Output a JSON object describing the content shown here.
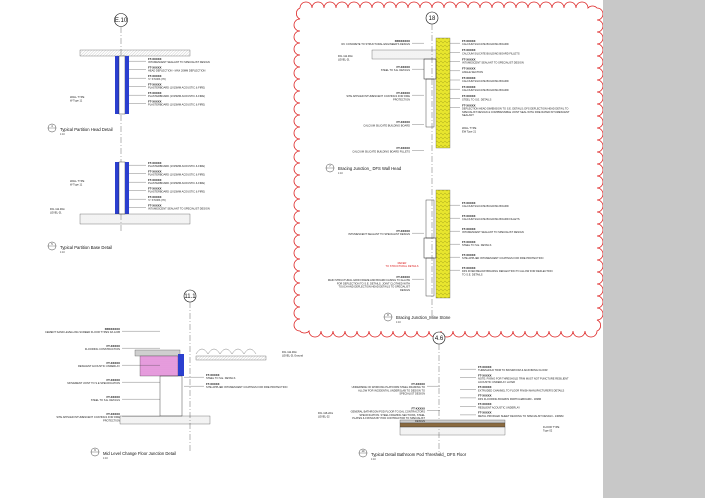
{
  "grid_markers": {
    "g1": "E.10",
    "g2": "18",
    "g3": "11.1",
    "g4": "4.6"
  },
  "details": {
    "d4": {
      "num": "4",
      "title": "Typical Partition Head Detail",
      "scale": "1:10",
      "wall_type": "WALL TYPE",
      "wall_type_sub": "W Type 11",
      "notes": [
        [
          "FT-XXXXX",
          "INTUMESCENT SEALANT TO SPECIALIST DESIGN"
        ],
        [
          "FT-XXXXX",
          "HEAD DEFLECTION - MAX 20MM DEFLECTION"
        ],
        [
          "FT-XXXXX",
          "'C' STUDS (70)"
        ],
        [
          "FT-XXXXX",
          "PLASTERBOARD (1X15MM ACOUSTIC & FIRE)"
        ],
        [
          "FT-XXXXX",
          "PLASTERBOARD (1X15MM ACOUSTIC & FIRE)"
        ],
        [
          "FT-XXXXX",
          "PLASTERBOARD (1X15MM ACOUSTIC & FIRE)"
        ]
      ]
    },
    "d5": {
      "num": "5",
      "title": "Typical Partition Base Detail",
      "scale": "1:10",
      "wall_type": "WALL TYPE",
      "wall_type_sub": "W Type 11",
      "level": "FFL 111.30m",
      "level_sub": "LEVEL 01",
      "notes": [
        [
          "FT-XXXXX",
          "PLASTERBOARD (1X15MM ACOUSTIC & FIRE)"
        ],
        [
          "FT-XXXXX",
          "PLASTERBOARD (1X15MM ACOUSTIC & FIRE)"
        ],
        [
          "FT-XXXXX",
          "PLASTERBOARD (1X15MM ACOUSTIC & FIRE)"
        ],
        [
          "FT-XXXXX",
          "PLASTERBOARD (1X15MM ACOUSTIC & FIRE)"
        ],
        [
          "FT-XXXXX",
          "'C' STUDS (70)"
        ],
        [
          "FT-XXXXX",
          "INTUMESCENT SEALANT TO SPECIALIST DESIGN"
        ]
      ]
    },
    "d7": {
      "num": "7",
      "title": "Bracing Junction_ DFS Wall Head",
      "scale": "1:10",
      "left_notes": [
        [
          "DRXXXXXX",
          "RC CONCRETE TO STRUCTURAL ENGINEER'S DESIGN"
        ],
        [
          "FT-XXXXX",
          "STEEL TO S.E. DETAILS"
        ],
        [
          "FT-XXXXX",
          "SITE APPLIED INTUMESCENT COATINGS FOR FIRE PROTECTION"
        ],
        [
          "FT-XXXXX",
          "CALCIUM SILICATE BUILDING BOARD"
        ],
        [
          "FT-XXXXX",
          "CALCIUM SILICATE BUILDING BOARD FILLETS"
        ]
      ],
      "right_notes": [
        [
          "FT-XXXXX",
          "CALCIUM SILICATE BUILDING BOARD"
        ],
        [
          "FT-XXXXX",
          "CALCIUM SILICATE BUILDING BOARD FILLETS"
        ],
        [
          "FT-XXXXX",
          "INTUMESCENT SEALANT TO SPECIALIST DESIGN"
        ],
        [
          "FT-XXXXX",
          "ANGLE SECTION"
        ],
        [
          "FT-XXXXX",
          "CALCIUM SILICATE BUILDING BOARD"
        ],
        [
          "FT-XXXXX",
          "CALCIUM SILICATE BUILDING BOARD"
        ],
        [
          "FT-XXXXX",
          "STEEL TO S.E. DETAILS"
        ],
        [
          "FT-XXXXX",
          "DEFLECTION HEAD DIMENSION TO S.E. DETAILS; DFS DEFLECTION HEAD DETAIL TO SPECIALIST DESIGN & COMPRESSIBLE JOINT SEAL WITH FIRE RATED INTUMESCENT SEALANT"
        ]
      ],
      "wall_type": "WALL TYPE",
      "wall_type_sub": "EW Type 21",
      "level": "FFL 111.30m",
      "level_sub": "LEVEL 01"
    },
    "d8": {
      "num": "8",
      "title": "Bracing Junction_Mine Stone",
      "scale": "1:10",
      "left_notes": [
        [
          "FT-XXXXX",
          "INTUMESCENT SEALANT TO SPECIALIST DESIGN"
        ],
        [
          "FT-XXXXX",
          "MAIN STRUCTURAL GRID FRAME AND BOARD CASING TO ALLOW FOR DEFLECTION TO S.E. DETAILS. JOINT CLOTHED WITH TOUCH AND DEFLECTION HEAD DETAILS TO SPECIALIST DESIGN"
        ]
      ],
      "red_note": "REFER\nTO STRUCTURAL DETAILS",
      "right_notes": [
        [
          "FT-XXXXX",
          "CALCIUM SILICATE BUILDING BOARD"
        ],
        [
          "FT-XXXXX",
          "CALCIUM SILICATE BUILDING BOARD FILLETS"
        ],
        [
          "FT-XXXXX",
          "INTUMESCENT SEALANT TO SPECIALIST DESIGN"
        ],
        [
          "FT-XXXXX",
          "STEEL TO S.E. DETAILS"
        ],
        [
          "FT-XXXXX",
          "SITE APPLIED INTUMESCENT COATINGS FOR FIRE PROTECTION"
        ],
        [
          "FT-XXXXX",
          "DFS FIXED BELOW BRACING DEFLECTION TO ALLOW FOR DEFLECTION TO S.E. DETAILS"
        ]
      ]
    },
    "d9": {
      "num": "9",
      "title": "Mid Level Change Floor Junction Detail",
      "scale": "1:10",
      "left_notes": [
        [
          "DRXXXXXX",
          "CEMENT SAND LEVELLING SCREED FLOOR TYPES DA & DB"
        ],
        [
          "FT-XXXXX",
          "FLOORING CONSTRUCTION"
        ],
        [
          "FT-XXXXX",
          "RESILIENT ACOUSTIC UNDERLAY"
        ],
        [
          "FT-XXXXX",
          "MOVEMENT JOINT TO S.E SPECIFICATION"
        ],
        [
          "FT-XXXXX",
          "STEEL TO S.E. DETAILS"
        ],
        [
          "FT-XXXXX",
          "SITE APPLIED INTUMESCENT COATINGS FOR FIRE PROTECTION"
        ]
      ],
      "right_notes": [
        [
          "FT-XXXXX",
          "STEEL TO S.E. DETAILS"
        ],
        [
          "FT-XXXXX",
          "SITE APPLIED INTUMESCENT COATINGS FOR FIRE PROTECTION"
        ]
      ],
      "level": "FFL 111.30m",
      "level_sub": "LEVEL 01 Ground"
    },
    "d10": {
      "num": "10",
      "title": "Typical Detail Bathroom Pod Threshold_ DFS Floor",
      "scale": "1:10",
      "left_notes": [
        [
          "FT-XXXXX",
          "UNDERSIDE OF WORKING PLATFORM STEEL FRAMING TO ALLOW FOR INCIDENTAL UNDERSLAB TO DESIGN TO SPECIALIST DESIGN"
        ],
        [
          "FT-XXXXX",
          "GENERAL BATHROOM POD FLOOR TO DAL CONTRACTORS SPECIFICATION. STEEL FRAMING SECTIONS, STEEL PLATES & FIXINGS BY POD CONTRACTOR TO SPECIALIST DESIGN"
        ]
      ],
      "right_notes": [
        [
          "FT-XXXXX",
          "THRESHOLD TRIM TO BATHROOM & ADJOINING FLOOR"
        ],
        [
          "FT-XXXXX",
          "NOTE: FIXING FOR THRESHOLD TRIM MUST NOT PUNCTURE RESILIENT ACOUSTIC UNDERLAY LAYER"
        ],
        [
          "FT-XXXXX",
          "EXTRUDED CHANNEL TO FLOOR FINISH MANUFACTURER'S DETAILS"
        ],
        [
          "FT-XXXXX",
          "DFS FLOORING BOARDS PARTICLEBOARD - 18MM"
        ],
        [
          "FT-XXXXX",
          "RESILIENT ACOUSTIC UNDERLAY"
        ],
        [
          "FT-XXXXX",
          "METAL PROFILED SHEET DECKING TO SPECIALIST DESIGN - 130MM"
        ]
      ],
      "floor_type": "FLOOR TYPE",
      "floor_type_sub": "Type 02",
      "level": "FFL 116.22m",
      "level_sub": "LEVEL 02"
    }
  }
}
